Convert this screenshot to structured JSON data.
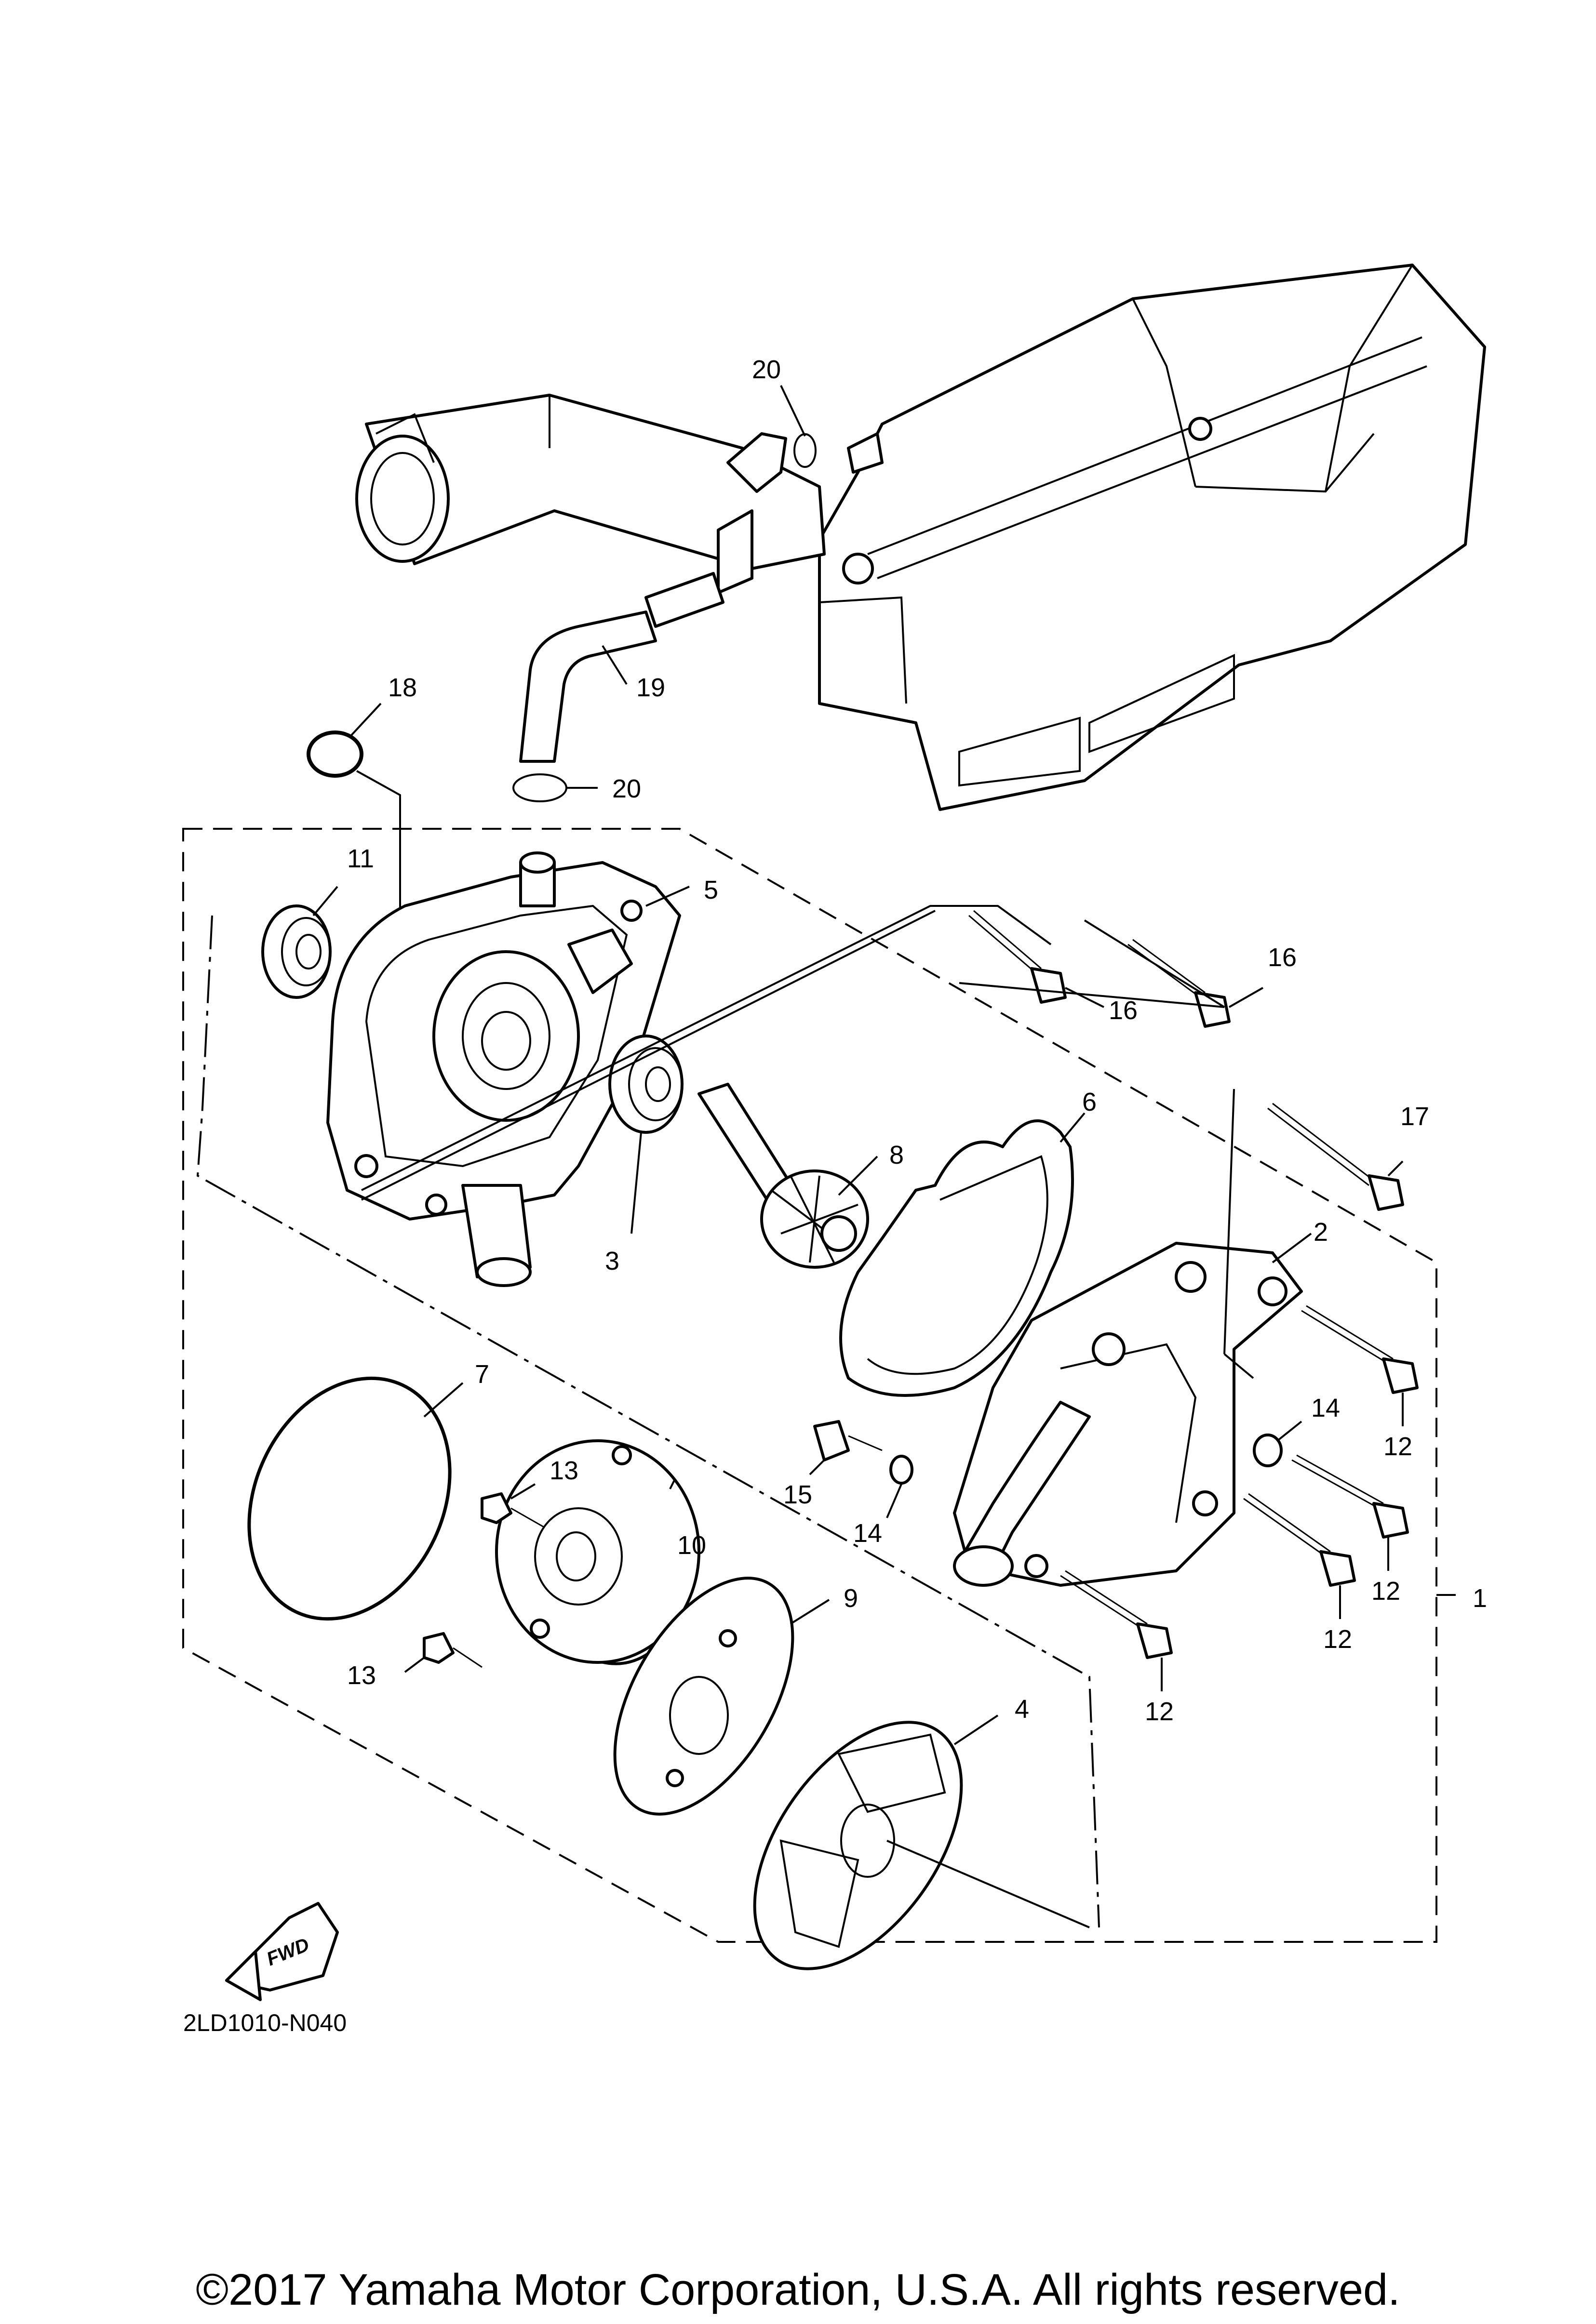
{
  "diagram": {
    "drawing_code": "2LD1010-N040",
    "fwd_label": "FWD",
    "callouts": {
      "c1": "1",
      "c2": "2",
      "c3": "3",
      "c4": "4",
      "c5": "5",
      "c6": "6",
      "c7": "7",
      "c8": "8",
      "c9": "9",
      "c10": "10",
      "c11": "11",
      "c12a": "12",
      "c12b": "12",
      "c12c": "12",
      "c12d": "12",
      "c13a": "13",
      "c13b": "13",
      "c14a": "14",
      "c14b": "14",
      "c15": "15",
      "c16a": "16",
      "c16b": "16",
      "c17": "17",
      "c18": "18",
      "c19": "19",
      "c20a": "20",
      "c20b": "20"
    }
  },
  "copyright": "©2017 Yamaha Motor Corporation, U.S.A. All rights reserved."
}
